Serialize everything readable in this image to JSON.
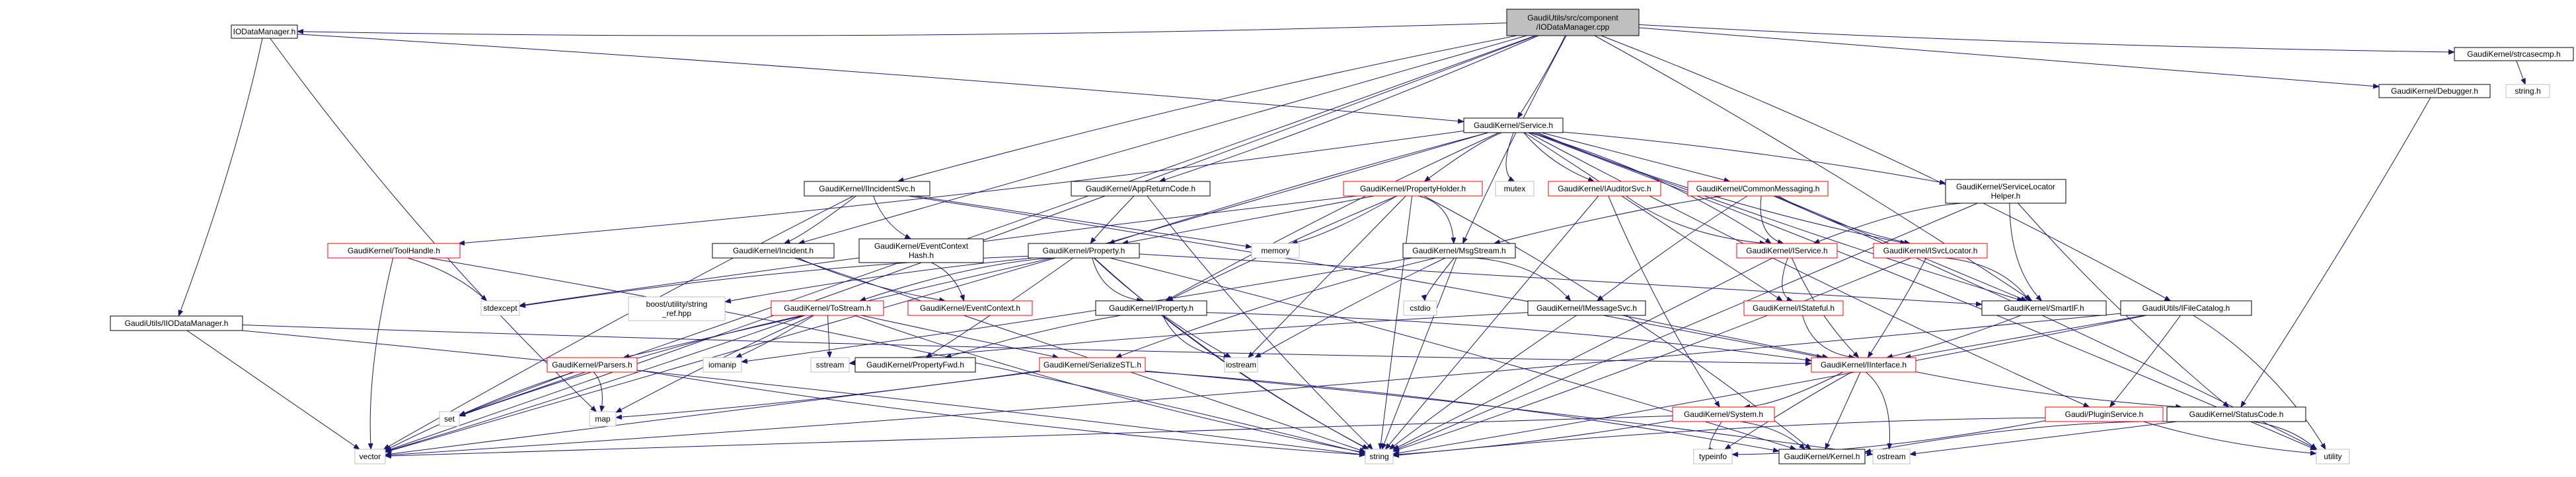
{
  "title": "GaudiUtils/src/component/IODataManager.cpp include dependency graph",
  "colors": {
    "edge": "#191970",
    "root_fill": "#bfbfbf",
    "documented_border": "#000000",
    "truncated_border": "#ff0000",
    "external_border": "#bfbfbf"
  },
  "nodes": [
    {
      "id": "root",
      "label": [
        "GaudiUtils/src/component",
        "/IODataManager.cpp"
      ],
      "kind": "root"
    },
    {
      "id": "IODataManager_h",
      "label": [
        "IODataManager.h"
      ],
      "kind": "documented"
    },
    {
      "id": "strcasecmp",
      "label": [
        "GaudiKernel/strcasecmp.h"
      ],
      "kind": "documented"
    },
    {
      "id": "Service",
      "label": [
        "GaudiKernel/Service.h"
      ],
      "kind": "documented"
    },
    {
      "id": "Debugger",
      "label": [
        "GaudiKernel/Debugger.h"
      ],
      "kind": "documented"
    },
    {
      "id": "string_h",
      "label": [
        "string.h"
      ],
      "kind": "external"
    },
    {
      "id": "IIncidentSvc",
      "label": [
        "GaudiKernel/IIncidentSvc.h"
      ],
      "kind": "documented"
    },
    {
      "id": "AppReturnCode",
      "label": [
        "GaudiKernel/AppReturnCode.h"
      ],
      "kind": "documented"
    },
    {
      "id": "PropertyHolder",
      "label": [
        "GaudiKernel/PropertyHolder.h"
      ],
      "kind": "truncated"
    },
    {
      "id": "mutex",
      "label": [
        "mutex"
      ],
      "kind": "external"
    },
    {
      "id": "IAuditorSvc",
      "label": [
        "GaudiKernel/IAuditorSvc.h"
      ],
      "kind": "truncated"
    },
    {
      "id": "CommonMessaging",
      "label": [
        "GaudiKernel/CommonMessaging.h"
      ],
      "kind": "truncated"
    },
    {
      "id": "ServiceLocatorHelper",
      "label": [
        "GaudiKernel/ServiceLocator",
        "Helper.h"
      ],
      "kind": "documented"
    },
    {
      "id": "ToolHandle",
      "label": [
        "GaudiKernel/ToolHandle.h"
      ],
      "kind": "truncated"
    },
    {
      "id": "Incident",
      "label": [
        "GaudiKernel/Incident.h"
      ],
      "kind": "documented"
    },
    {
      "id": "EventContextHash",
      "label": [
        "GaudiKernel/EventContext",
        "Hash.h"
      ],
      "kind": "documented"
    },
    {
      "id": "Property",
      "label": [
        "GaudiKernel/Property.h"
      ],
      "kind": "documented"
    },
    {
      "id": "memory",
      "label": [
        "memory"
      ],
      "kind": "external"
    },
    {
      "id": "MsgStream",
      "label": [
        "GaudiKernel/MsgStream.h"
      ],
      "kind": "documented"
    },
    {
      "id": "IService",
      "label": [
        "GaudiKernel/IService.h"
      ],
      "kind": "truncated"
    },
    {
      "id": "ISvcLocator",
      "label": [
        "GaudiKernel/ISvcLocator.h"
      ],
      "kind": "truncated"
    },
    {
      "id": "IIODataManager",
      "label": [
        "GaudiUtils/IIODataManager.h"
      ],
      "kind": "documented"
    },
    {
      "id": "stdexcept",
      "label": [
        "stdexcept"
      ],
      "kind": "external"
    },
    {
      "id": "boost_string_ref",
      "label": [
        "boost/utility/string",
        "_ref.hpp"
      ],
      "kind": "external"
    },
    {
      "id": "ToStream",
      "label": [
        "GaudiKernel/ToStream.h"
      ],
      "kind": "truncated"
    },
    {
      "id": "EventContext",
      "label": [
        "GaudiKernel/EventContext.h"
      ],
      "kind": "truncated"
    },
    {
      "id": "IProperty",
      "label": [
        "GaudiKernel/IProperty.h"
      ],
      "kind": "documented"
    },
    {
      "id": "cstdio",
      "label": [
        "cstdio"
      ],
      "kind": "external"
    },
    {
      "id": "IMessageSvc",
      "label": [
        "GaudiKernel/IMessageSvc.h"
      ],
      "kind": "documented"
    },
    {
      "id": "IStateful",
      "label": [
        "GaudiKernel/IStateful.h"
      ],
      "kind": "truncated"
    },
    {
      "id": "SmartIF",
      "label": [
        "GaudiKernel/SmartIF.h"
      ],
      "kind": "documented"
    },
    {
      "id": "IFileCatalog",
      "label": [
        "GaudiUtils/IFileCatalog.h"
      ],
      "kind": "documented"
    },
    {
      "id": "Parsers",
      "label": [
        "GaudiKernel/Parsers.h"
      ],
      "kind": "truncated"
    },
    {
      "id": "iomanip",
      "label": [
        "iomanip"
      ],
      "kind": "external"
    },
    {
      "id": "sstream",
      "label": [
        "sstream"
      ],
      "kind": "external"
    },
    {
      "id": "PropertyFwd",
      "label": [
        "GaudiKernel/PropertyFwd.h"
      ],
      "kind": "documented"
    },
    {
      "id": "SerializeSTL",
      "label": [
        "GaudiKernel/SerializeSTL.h"
      ],
      "kind": "truncated"
    },
    {
      "id": "iostream",
      "label": [
        "iostream"
      ],
      "kind": "external"
    },
    {
      "id": "IInterface",
      "label": [
        "GaudiKernel/IInterface.h"
      ],
      "kind": "truncated"
    },
    {
      "id": "set",
      "label": [
        "set"
      ],
      "kind": "external"
    },
    {
      "id": "map",
      "label": [
        "map"
      ],
      "kind": "external"
    },
    {
      "id": "System",
      "label": [
        "GaudiKernel/System.h"
      ],
      "kind": "truncated"
    },
    {
      "id": "PluginService",
      "label": [
        "Gaudi/PluginService.h"
      ],
      "kind": "truncated"
    },
    {
      "id": "StatusCode",
      "label": [
        "GaudiKernel/StatusCode.h"
      ],
      "kind": "documented"
    },
    {
      "id": "vector",
      "label": [
        "vector"
      ],
      "kind": "external"
    },
    {
      "id": "string",
      "label": [
        "string"
      ],
      "kind": "external"
    },
    {
      "id": "typeinfo",
      "label": [
        "typeinfo"
      ],
      "kind": "external"
    },
    {
      "id": "Kernel",
      "label": [
        "GaudiKernel/Kernel.h"
      ],
      "kind": "documented"
    },
    {
      "id": "ostream",
      "label": [
        "ostream"
      ],
      "kind": "external"
    },
    {
      "id": "utility",
      "label": [
        "utility"
      ],
      "kind": "external"
    }
  ],
  "edges": [
    [
      "root",
      "IODataManager_h"
    ],
    [
      "root",
      "strcasecmp"
    ],
    [
      "root",
      "Debugger"
    ],
    [
      "root",
      "Service"
    ],
    [
      "root",
      "IIncidentSvc"
    ],
    [
      "root",
      "AppReturnCode"
    ],
    [
      "root",
      "MsgStream"
    ],
    [
      "root",
      "Incident"
    ],
    [
      "root",
      "SmartIF"
    ],
    [
      "root",
      "IFileCatalog"
    ],
    [
      "root",
      "vector"
    ],
    [
      "root",
      "set"
    ],
    [
      "strcasecmp",
      "string_h"
    ],
    [
      "IODataManager_h",
      "Service"
    ],
    [
      "IODataManager_h",
      "IIODataManager"
    ],
    [
      "IODataManager_h",
      "map"
    ],
    [
      "IIODataManager",
      "IInterface"
    ],
    [
      "IIODataManager",
      "vector"
    ],
    [
      "IIODataManager",
      "string"
    ],
    [
      "Service",
      "PropertyHolder"
    ],
    [
      "Service",
      "mutex"
    ],
    [
      "Service",
      "IAuditorSvc"
    ],
    [
      "Service",
      "CommonMessaging"
    ],
    [
      "Service",
      "ServiceLocatorHelper"
    ],
    [
      "Service",
      "IService"
    ],
    [
      "Service",
      "ISvcLocator"
    ],
    [
      "Service",
      "SmartIF"
    ],
    [
      "Service",
      "IStateful"
    ],
    [
      "Service",
      "Property"
    ],
    [
      "Service",
      "IProperty"
    ],
    [
      "Service",
      "ToolHandle"
    ],
    [
      "Service",
      "PluginService"
    ],
    [
      "Service",
      "vector"
    ],
    [
      "Service",
      "utility"
    ],
    [
      "Debugger",
      "StatusCode"
    ],
    [
      "IIncidentSvc",
      "Incident"
    ],
    [
      "IIncidentSvc",
      "EventContextHash"
    ],
    [
      "IIncidentSvc",
      "memory"
    ],
    [
      "IIncidentSvc",
      "IInterface"
    ],
    [
      "IIncidentSvc",
      "vector"
    ],
    [
      "AppReturnCode",
      "Property"
    ],
    [
      "AppReturnCode",
      "string"
    ],
    [
      "PropertyHolder",
      "Property"
    ],
    [
      "PropertyHolder",
      "IProperty"
    ],
    [
      "PropertyHolder",
      "MsgStream"
    ],
    [
      "PropertyHolder",
      "memory"
    ],
    [
      "PropertyHolder",
      "iostream"
    ],
    [
      "PropertyHolder",
      "string"
    ],
    [
      "PropertyHolder",
      "stdexcept"
    ],
    [
      "PropertyHolder",
      "Kernel"
    ],
    [
      "IAuditorSvc",
      "IService"
    ],
    [
      "IAuditorSvc",
      "System"
    ],
    [
      "IAuditorSvc",
      "string"
    ],
    [
      "CommonMessaging",
      "MsgStream"
    ],
    [
      "CommonMessaging",
      "IMessageSvc"
    ],
    [
      "CommonMessaging",
      "IService"
    ],
    [
      "CommonMessaging",
      "ISvcLocator"
    ],
    [
      "CommonMessaging",
      "SmartIF"
    ],
    [
      "CommonMessaging",
      "utility"
    ],
    [
      "ServiceLocatorHelper",
      "IService"
    ],
    [
      "ServiceLocatorHelper",
      "SmartIF"
    ],
    [
      "ServiceLocatorHelper",
      "StatusCode"
    ],
    [
      "ServiceLocatorHelper",
      "string"
    ],
    [
      "ToolHandle",
      "stdexcept"
    ],
    [
      "ToolHandle",
      "string"
    ],
    [
      "ToolHandle",
      "vector"
    ],
    [
      "Incident",
      "EventContext"
    ],
    [
      "Incident",
      "string"
    ],
    [
      "EventContextHash",
      "EventContext"
    ],
    [
      "Property",
      "ToStream"
    ],
    [
      "Property",
      "IProperty"
    ],
    [
      "Property",
      "PropertyFwd"
    ],
    [
      "Property",
      "Parsers"
    ],
    [
      "Property",
      "boost_string_ref"
    ],
    [
      "Property",
      "stdexcept"
    ],
    [
      "Property",
      "string"
    ],
    [
      "Property",
      "iostream"
    ],
    [
      "Property",
      "SmartIF"
    ],
    [
      "Property",
      "Kernel"
    ],
    [
      "MsgStream",
      "IMessageSvc"
    ],
    [
      "MsgStream",
      "cstdio"
    ],
    [
      "MsgStream",
      "iomanip"
    ],
    [
      "MsgStream",
      "string"
    ],
    [
      "MsgStream",
      "iostream"
    ],
    [
      "MsgStream",
      "SerializeSTL"
    ],
    [
      "IService",
      "IStateful"
    ],
    [
      "IService",
      "IInterface"
    ],
    [
      "IService",
      "string"
    ],
    [
      "ISvcLocator",
      "IInterface"
    ],
    [
      "ISvcLocator",
      "SmartIF"
    ],
    [
      "ISvcLocator",
      "string"
    ],
    [
      "ToStream",
      "iomanip"
    ],
    [
      "ToStream",
      "sstream"
    ],
    [
      "ToStream",
      "map"
    ],
    [
      "ToStream",
      "set"
    ],
    [
      "ToStream",
      "string"
    ],
    [
      "ToStream",
      "vector"
    ],
    [
      "ToStream",
      "SerializeSTL"
    ],
    [
      "IProperty",
      "PropertyFwd"
    ],
    [
      "IProperty",
      "IInterface"
    ],
    [
      "IProperty",
      "iostream"
    ],
    [
      "IProperty",
      "string"
    ],
    [
      "IMessageSvc",
      "IInterface"
    ],
    [
      "IMessageSvc",
      "sstream"
    ],
    [
      "IMessageSvc",
      "string"
    ],
    [
      "IStateful",
      "IInterface"
    ],
    [
      "SmartIF",
      "IInterface"
    ],
    [
      "IFileCatalog",
      "IInterface"
    ],
    [
      "IFileCatalog",
      "PluginService"
    ],
    [
      "IFileCatalog",
      "utility"
    ],
    [
      "IFileCatalog",
      "vector"
    ],
    [
      "IFileCatalog",
      "string"
    ],
    [
      "Parsers",
      "set"
    ],
    [
      "Parsers",
      "map"
    ],
    [
      "Parsers",
      "vector"
    ],
    [
      "Parsers",
      "string"
    ],
    [
      "SerializeSTL",
      "map"
    ],
    [
      "SerializeSTL",
      "vector"
    ],
    [
      "SerializeSTL",
      "ostream"
    ],
    [
      "SerializeSTL",
      "Kernel"
    ],
    [
      "IInterface",
      "System"
    ],
    [
      "IInterface",
      "StatusCode"
    ],
    [
      "IInterface",
      "Kernel"
    ],
    [
      "IInterface",
      "typeinfo"
    ],
    [
      "IInterface",
      "ostream"
    ],
    [
      "System",
      "typeinfo"
    ],
    [
      "System",
      "string"
    ],
    [
      "System",
      "vector"
    ],
    [
      "System",
      "Kernel"
    ],
    [
      "PluginService",
      "string"
    ],
    [
      "PluginService",
      "typeinfo"
    ],
    [
      "PluginService",
      "utility"
    ],
    [
      "StatusCode",
      "ostream"
    ],
    [
      "StatusCode",
      "utility"
    ],
    [
      "StatusCode",
      "Kernel"
    ]
  ]
}
